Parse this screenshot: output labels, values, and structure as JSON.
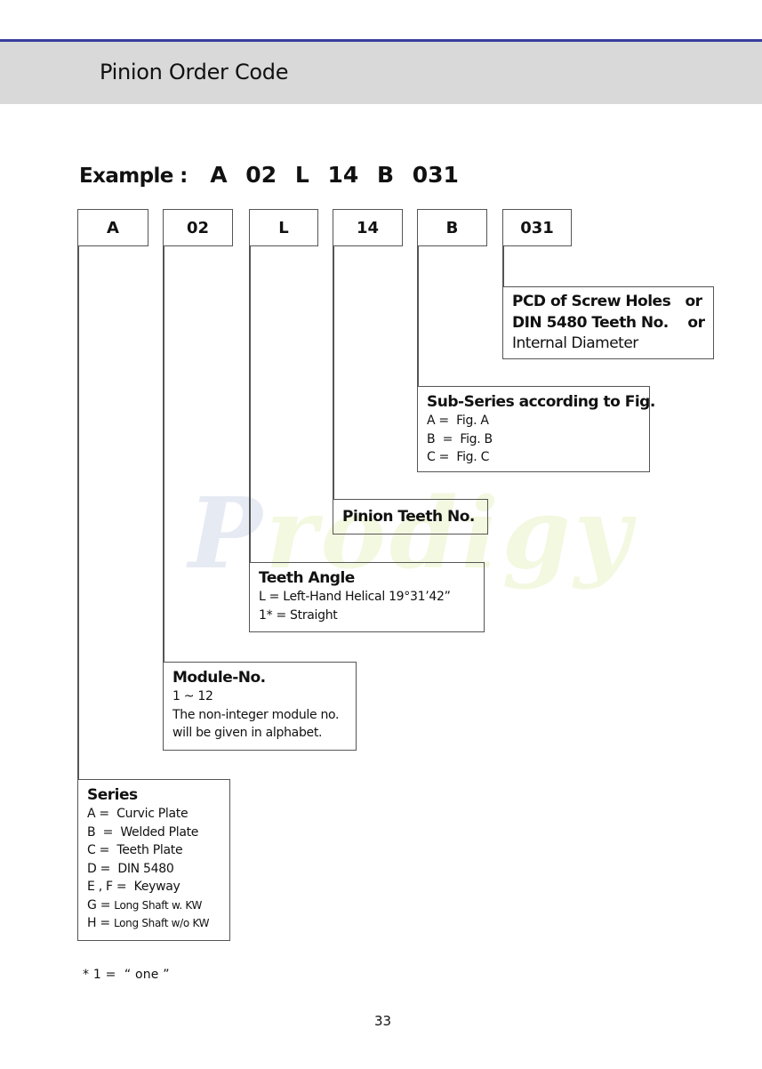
{
  "header": {
    "title": "Pinion Order Code",
    "rule_color": "#3a3d9e",
    "band_color": "#d9d9d9"
  },
  "example": {
    "label": "Example :",
    "code_parts": [
      "A",
      "02",
      "L",
      "14",
      "B",
      "031"
    ]
  },
  "code_boxes": [
    {
      "id": "series",
      "value": "A"
    },
    {
      "id": "module",
      "value": "02"
    },
    {
      "id": "teeth-angle",
      "value": "L"
    },
    {
      "id": "teeth-no",
      "value": "14"
    },
    {
      "id": "sub-series",
      "value": "B"
    },
    {
      "id": "pcd",
      "value": "031"
    }
  ],
  "descriptions": {
    "pcd": {
      "lines": [
        "PCD of Screw Holes   or",
        "DIN 5480 Teeth No.    or",
        "Internal Diameter"
      ]
    },
    "sub_series": {
      "title": "Sub-Series according to Fig.",
      "lines": [
        "A =  Fig. A",
        "B  =  Fig. B",
        "C =  Fig. C"
      ]
    },
    "pinion_teeth": {
      "title": "Pinion Teeth No."
    },
    "teeth_angle": {
      "title": "Teeth Angle",
      "lines": [
        "L  = Left-Hand Helical 19°31’42”",
        "1* = Straight"
      ]
    },
    "module": {
      "title": "Module-No.",
      "lines": [
        "1 ~ 12",
        "The non-integer module no.",
        "will be given in alphabet."
      ]
    },
    "series": {
      "title": "Series",
      "lines": [
        "A =  Curvic Plate",
        "B  =  Welded Plate",
        "C =  Teeth Plate",
        "D =  DIN 5480",
        "E , F =  Keyway"
      ],
      "small_lines": [
        {
          "key": "G = ",
          "text": "Long Shaft w. KW"
        },
        {
          "key": "H = ",
          "text": "Long Shaft w/o KW"
        }
      ]
    }
  },
  "watermark": {
    "first": "P",
    "rest": "rodigy"
  },
  "footnote": "* 1 =  “ one ”",
  "page_number": "33"
}
